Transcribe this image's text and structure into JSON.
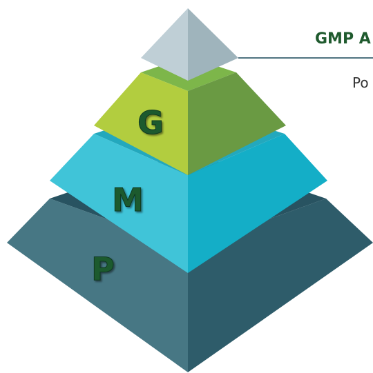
{
  "diagram": {
    "layers": [
      {
        "id": "top",
        "label": "",
        "colors": {
          "left": "#bfcfd6",
          "right": "#9fb4bc",
          "top_edge": "#c9d7dc"
        }
      },
      {
        "id": "G",
        "label": "G",
        "colors": {
          "left": "#b2cd3f",
          "right": "#6a9a43",
          "top_edge": "#7db64a",
          "shadow": "#5f8a3b"
        }
      },
      {
        "id": "M",
        "label": "M",
        "colors": {
          "left": "#40c4d8",
          "right": "#14aec7",
          "top_edge": "#23a8bd",
          "shadow": "#1790a6"
        }
      },
      {
        "id": "P",
        "label": "P",
        "colors": {
          "left": "#477784",
          "right": "#2e5c6a",
          "top_edge": "#285361",
          "shadow": "#244e5c"
        }
      }
    ],
    "letter_color": "#1f5a2e",
    "letter_outline": "#103820"
  },
  "callout": {
    "title": "GMP A",
    "title_color": "#1f5a2e",
    "body": "Po",
    "line_color": "#4f7380"
  }
}
